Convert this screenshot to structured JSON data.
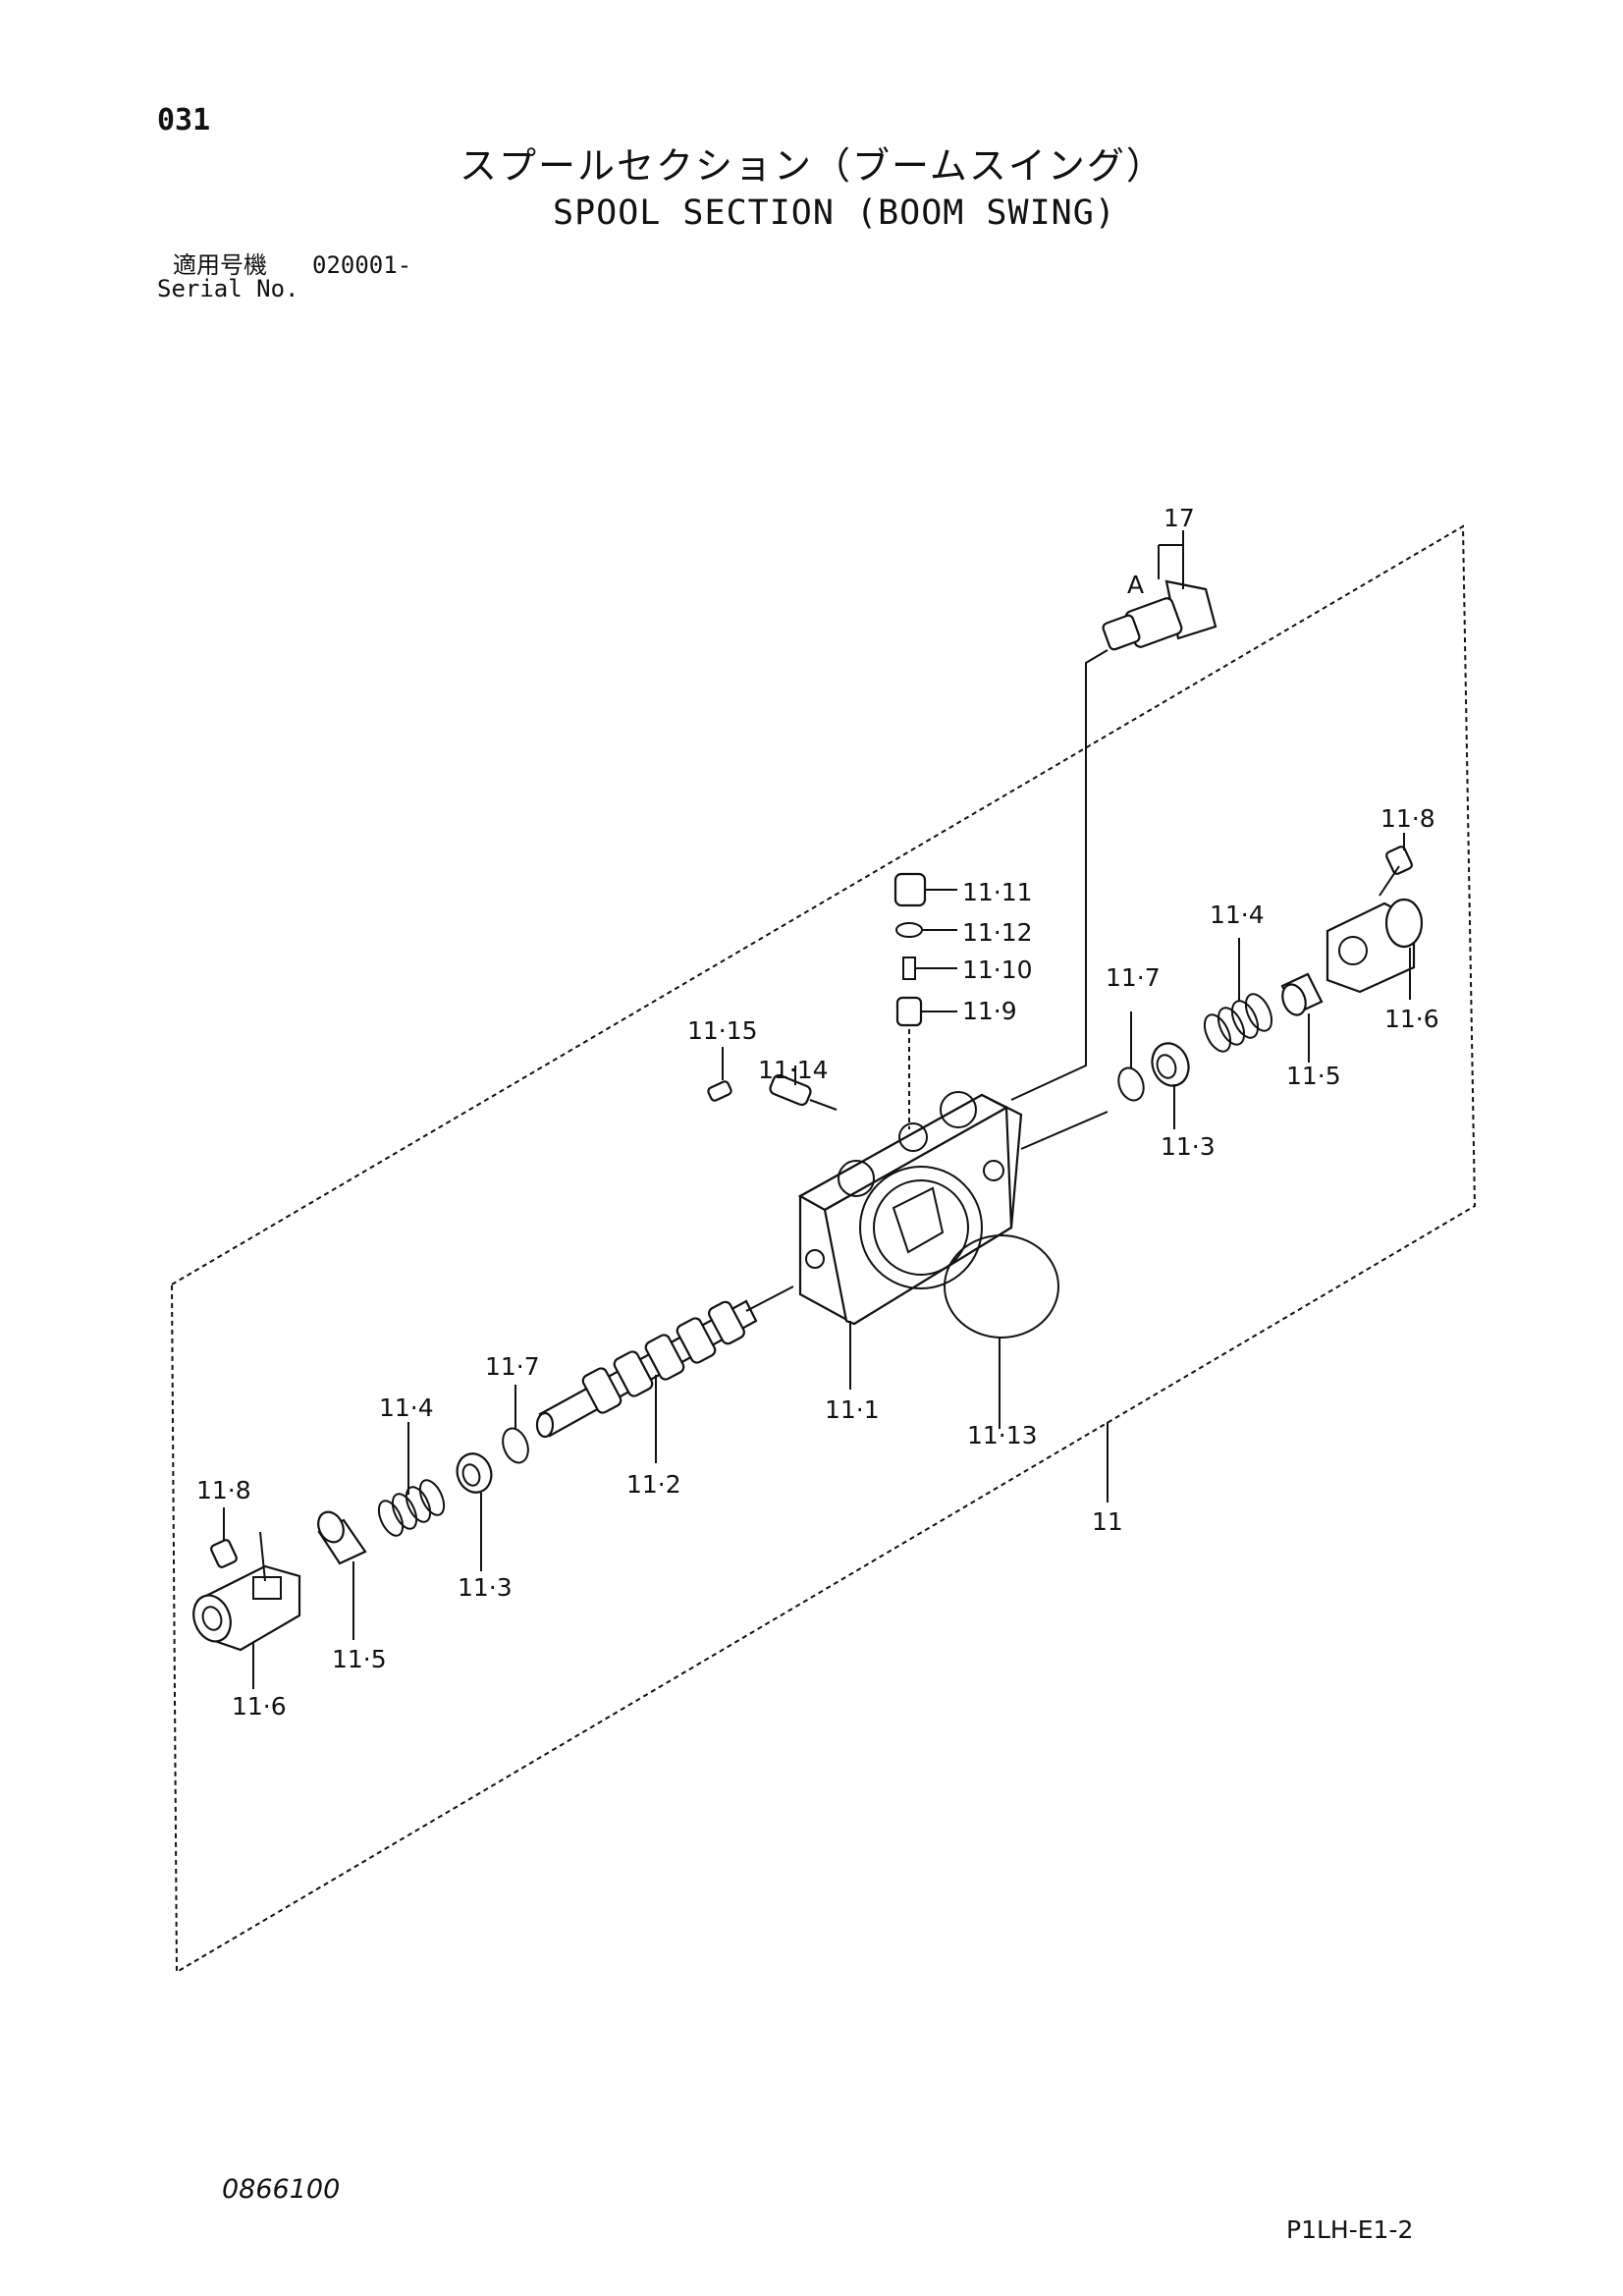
{
  "header": {
    "page_number": "031",
    "title_jp": "スプールセクション（ブームスイング）",
    "title_en": "SPOOL SECTION (BOOM SWING)",
    "serial_label_jp": "適用号機",
    "serial_value": "020001-",
    "serial_label_en": "Serial No."
  },
  "footer": {
    "document_id": "0866100",
    "reference_code": "P1LH-E1-2"
  },
  "callouts": {
    "c17": "17",
    "cA": "A",
    "c11_8_r": "11·8",
    "c11_11": "11·11",
    "c11_12": "11·12",
    "c11_10": "11·10",
    "c11_9": "11·9",
    "c11_4_r": "11·4",
    "c11_7_r": "11·7",
    "c11_6_r": "11·6",
    "c11_5_r": "11·5",
    "c11_3_r": "11·3",
    "c11_15": "11·15",
    "c11_14": "11·14",
    "c11_1": "11·1",
    "c11_13": "11·13",
    "c11": "11",
    "c11_7_l": "11·7",
    "c11_4_l": "11·4",
    "c11_2": "11·2",
    "c11_3_l": "11·3",
    "c11_8_l": "11·8",
    "c11_5_l": "11·5",
    "c11_6_l": "11·6"
  }
}
